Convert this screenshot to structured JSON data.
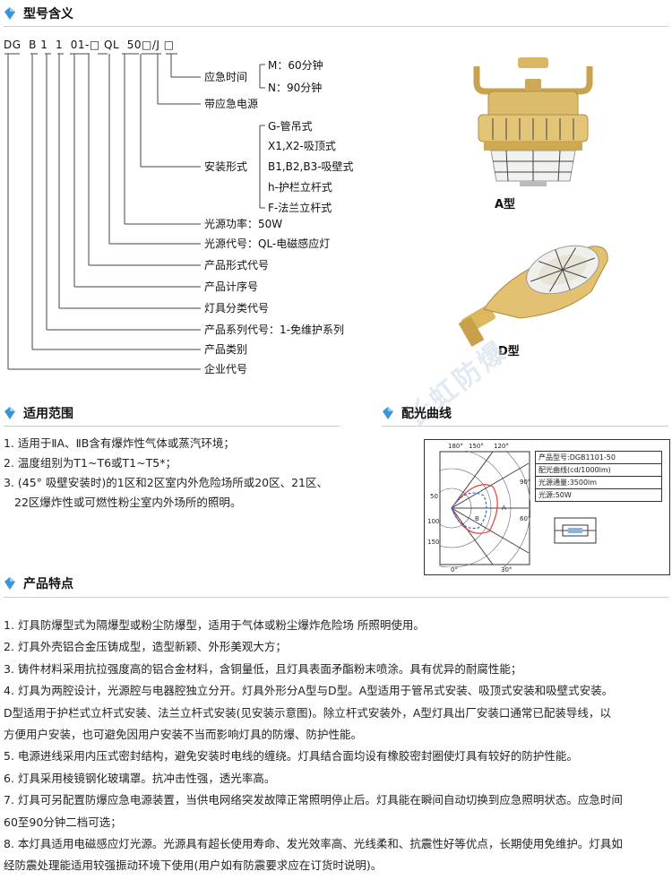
{
  "sections": {
    "model_meaning": "型号含义",
    "scope": "适用范围",
    "curve": "配光曲线",
    "features": "产品特点"
  },
  "model_code": "DG  B 1  1  01-□ QL  50□/J □",
  "model_labels": {
    "emergency_time": "应急时间",
    "m": "M：60分钟",
    "n": "N：90分钟",
    "emergency_power": "带应急电源",
    "install_form": "安装形式",
    "g": "G-管吊式",
    "x": "X1,X2-吸顶式",
    "b": "B1,B2,B3-吸壁式",
    "h": "h-护栏立杆式",
    "f": "F-法兰立杆式",
    "power": "光源功率：50W",
    "source_code": "光源代号：QL-电磁感应灯",
    "form_code": "产品形式代号",
    "seq": "产品计序号",
    "lamp_class": "灯具分类代号",
    "series": "产品系列代号：1-免维护系列",
    "category": "产品类别",
    "company": "企业代号"
  },
  "type_a": "A型",
  "type_d": "D型",
  "watermark": "长虹防爆",
  "scope_list": [
    "1. 适用于ⅡA、ⅡB含有爆炸性气体或蒸汽环境；",
    "2. 温度组别为T1~T6或T1~T5*；",
    "3. (45° 吸壁安装时)的1区和2区室内外危险场所或20区、21区、",
    "22区爆炸性或可燃性粉尘室内外场所的照明。"
  ],
  "curve_info": {
    "model": "产品型号:DGB1101-50",
    "curve": "配光曲线(cd/1000lm)",
    "flux": "光源通量:3500lm",
    "power": "光源:50W"
  },
  "curve_axis": {
    "top": [
      "180°",
      "150°",
      "120°"
    ],
    "right": [
      "90°",
      "60°"
    ],
    "left": [
      "50",
      "100",
      "150"
    ],
    "bottom": [
      "0°",
      "30°"
    ],
    "curves": [
      "A",
      "B"
    ]
  },
  "features_list": [
    "1. 灯具防爆型式为隔爆型或粉尘防爆型，适用于气体或粉尘爆炸危险场 所照明使用。",
    "2. 灯具外壳铝合金压铸成型，造型新颖、外形美观大方；",
    "3. 铸件材料采用抗拉强度高的铝合金材料，含铜量低，且灯具表面矛酯粉末喷涂。具有优异的耐腐性能；",
    "4. 灯具为两腔设计，光源腔与电器腔独立分开。灯具外形分A型与D型。A型适用于管吊式安装、吸顶式安装和吸壁式安装。",
    "    D型适用于护栏式立杆式安装、法兰立杆式安装(见安装示意图)。除立杆式安装外，A型灯具出厂安装口通常已配装导线，以",
    "    方便用户安装，也可避免因用户安装不当而影响灯具的防爆、防护性能。",
    "5. 电源进线采用内压式密封结构，避免安装时电线的缠绕。灯具结合面均设有橡胶密封圈使灯具有较好的防护性能。",
    "6. 灯具采用棱镜钢化玻璃罩。抗冲击性强，透光率高。",
    "7. 灯具可另配置防爆应急电源装置，当供电网络突发故障正常照明停止后。灯具能在瞬间自动切换到应急照明状态。应急时间",
    "    60至90分钟二档可选；",
    "8. 本灯具适用电磁感应灯光源。光源具有超长使用寿命、发光效率高、光线柔和、抗震性好等优点，长期使用免维护。灯具如",
    "    经防震处理能适用较强振动环境下使用(用户如有防震要求应在订货时说明)。"
  ],
  "colors": {
    "accent": "#4aa3d8",
    "lamp": "#d9b765"
  }
}
